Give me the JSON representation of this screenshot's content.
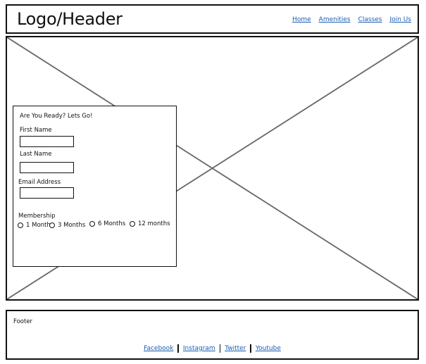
{
  "header": {
    "logo": "Logo/Header",
    "nav": [
      "Home",
      "Amenities",
      "Classes",
      "Join Us"
    ]
  },
  "form": {
    "title": "Are You Ready?  Lets Go!",
    "first_name_label": "First Name",
    "last_name_label": "Last Name",
    "email_label": "Email Address",
    "membership_label": "Membership",
    "membership_options": [
      "1 Month",
      "3 Months",
      "6 Months",
      "12 months"
    ]
  },
  "footer": {
    "label": "Footer",
    "links": [
      "Facebook",
      "Instagram",
      "Twitter",
      "Youtube"
    ]
  },
  "colors": {
    "link": "#1a5eb0",
    "border": "#111111",
    "placeholder_lines": "#666666"
  }
}
